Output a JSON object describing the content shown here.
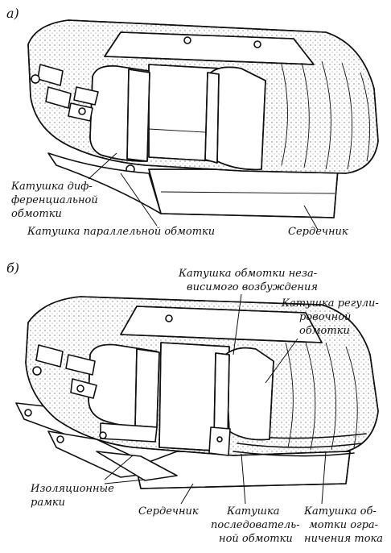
{
  "panels": {
    "a": {
      "letter": "а)",
      "labels": {
        "diff_coil": [
          "Катушка диф-",
          "ференциальной",
          "обмотки"
        ],
        "parallel_coil": "Катушка параллельной обмотки",
        "core": "Сердечник"
      }
    },
    "b": {
      "letter": "б)",
      "labels": {
        "independent_coil": [
          "Катушка обмотки неза-",
          "висимого возбуждения"
        ],
        "regulating_coil": [
          "Катушка регули-",
          "ровочной",
          "обмотки"
        ],
        "insulating_frames": [
          "Изоляционные",
          "рамки"
        ],
        "core": "Сердечник",
        "series_coil": [
          "Катушка",
          "последователь-",
          "ной обмотки"
        ],
        "current_limit_coil": [
          "Катушка об-",
          "мотки огра-",
          "ничения тока"
        ]
      }
    }
  },
  "colors": {
    "ink": "#111111",
    "paper": "#ffffff"
  }
}
